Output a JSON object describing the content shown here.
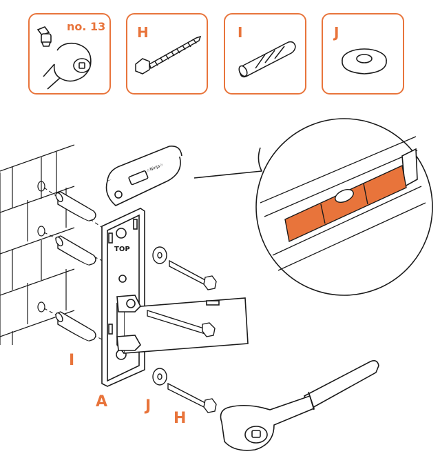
{
  "parts": [
    {
      "id": "ratchet",
      "label": "no. 13",
      "icon": "ratchet-wrench-socket-icon"
    },
    {
      "id": "H",
      "label": "H",
      "icon": "lag-screw-icon"
    },
    {
      "id": "I",
      "label": "I",
      "icon": "wall-plug-anchor-icon"
    },
    {
      "id": "J",
      "label": "J",
      "icon": "washer-icon"
    }
  ],
  "callouts": {
    "bracket": "A",
    "anchors": "I",
    "washer": "J",
    "screw": "H"
  },
  "level_badge": "☆Ninja☆",
  "bracket_mark": "TOP",
  "colors": {
    "accent": "#e8743b",
    "line": "#1a1a1a",
    "bubble": "#e8743b"
  }
}
